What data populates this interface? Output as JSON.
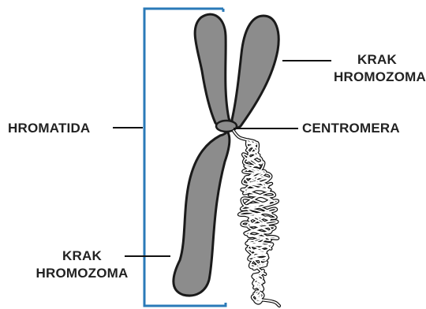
{
  "labels": {
    "chromatid": "HROMATIDA",
    "centromere": "CENTROMERA",
    "arm_upper": {
      "line1": "KRAK",
      "line2": "HROMOZOMA"
    },
    "arm_lower": {
      "line1": "KRAK",
      "line2": "HROMOZOMA"
    }
  },
  "colors": {
    "chromatid_fill": "#8c8c8c",
    "outline": "#1a1a1a",
    "bracket": "#2a7ab8",
    "leader_lines": "#111111",
    "text": "#222222"
  }
}
